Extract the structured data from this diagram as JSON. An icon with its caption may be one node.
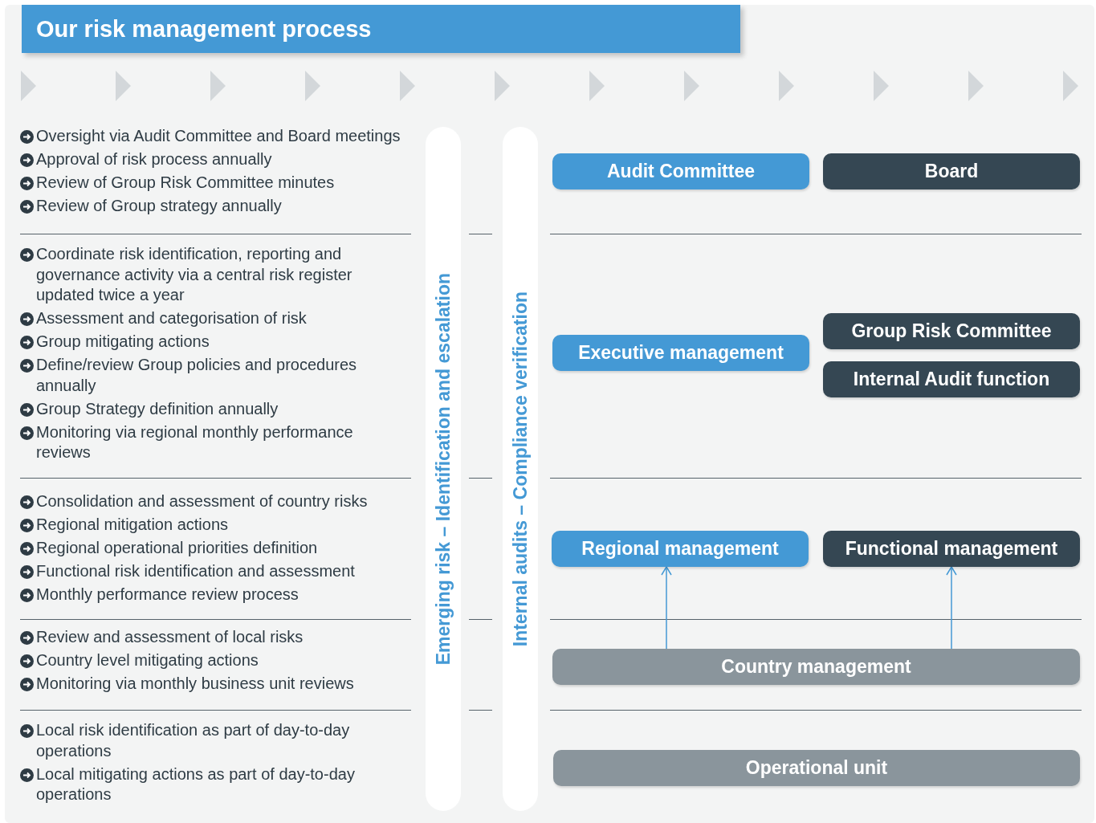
{
  "diagram": {
    "title": "Our risk management process",
    "nodes": [
      {
        "text": [
          "Emerging risk – Identification and escalation"
        ]
      },
      {
        "text": [
          "Internal audits – Compliance verification"
        ]
      },
      {
        "text": [
          "Audit Committee"
        ]
      },
      {
        "text": [
          "Board"
        ]
      },
      {
        "text": [
          "Executive management"
        ]
      },
      {
        "text": [
          "Group Risk Committee"
        ]
      },
      {
        "text": [
          "Internal Audit function"
        ]
      },
      {
        "text": [
          "Regional management"
        ]
      },
      {
        "text": [
          "Functional management"
        ]
      },
      {
        "text": [
          "Country management"
        ]
      },
      {
        "text": [
          "Operational unit"
        ]
      }
    ],
    "edges": [
      {
        "from": 9,
        "to": 7,
        "arrow": "to"
      },
      {
        "from": 9,
        "to": 8,
        "arrow": "to"
      }
    ],
    "labels": [
      "Oversight via Audit Committee and Board meetings",
      "Approval of risk process annually",
      "Review of Group Risk Committee minutes",
      "Review of Group strategy annually",
      "Coordinate risk identification, reporting and governance activity via a central risk register updated twice a year",
      "Assessment and categorisation of risk",
      "Group mitigating actions",
      "Define/review Group policies and procedures annually",
      "Group Strategy definition annually",
      "Monitoring via regional monthly performance reviews",
      "Consolidation and assessment of country risks",
      "Regional mitigation actions",
      "Regional operational priorities definition",
      "Functional risk identification and assessment",
      "Monthly performance review process",
      "Review and assessment of local risks",
      "Country level mitigating actions",
      "Monitoring via monthly business unit reviews",
      "Local risk identification as part of day-to-day operations",
      "Local mitigating actions as part of day-to-day operations"
    ]
  }
}
